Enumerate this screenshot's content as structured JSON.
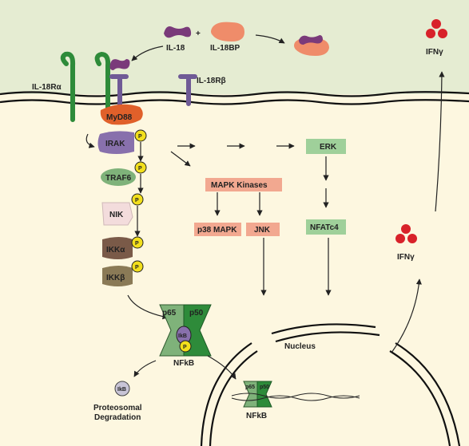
{
  "ligands": {
    "il18": "IL-18",
    "plus": "+",
    "il18bp": "IL-18BP"
  },
  "receptors": {
    "alpha": "IL-18Rα",
    "beta": "IL-18Rβ"
  },
  "adaptors": {
    "myd88": "MyD88",
    "irak": "IRAK",
    "traf6": "TRAF6",
    "nik": "NIK",
    "ikka": "IKKα",
    "ikkb": "IKKβ",
    "phospho": "P"
  },
  "mapk": {
    "kinases": "MAPK Kinases",
    "p38": "p38 MAPK",
    "jnk": "JNK",
    "erk": "ERK",
    "nfatc4": "NFATc4"
  },
  "nfkb": {
    "p65": "p65",
    "p50": "p50",
    "ikb": "IkB",
    "label": "NFkB",
    "nuclear_label": "NFkB"
  },
  "degradation": {
    "ikb": "IkB",
    "line1": "Proteosomal",
    "line2": "Degradation"
  },
  "nucleus": {
    "label": "Nucleus"
  },
  "ifn": {
    "mid_label": "IFNγ",
    "top_label": "IFNγ"
  },
  "colors": {
    "extracellular": "#e5ecd2",
    "cytoplasm": "#fdf7e0",
    "receptor_green": "#2e8b3a",
    "receptor_purple": "#6f5a96",
    "il18": "#7a3a7a",
    "myd88": "#e0602a",
    "irak": "#8870ac",
    "traf6": "#7fb27a",
    "nik": "#f3dcdc",
    "ikka": "#7a5a48",
    "ikkb": "#8a7a56",
    "phospho": "#f2df1c",
    "mapk_pink": "#f2a890",
    "erk_green": "#9fd09a",
    "ifn_red": "#d8222a"
  }
}
